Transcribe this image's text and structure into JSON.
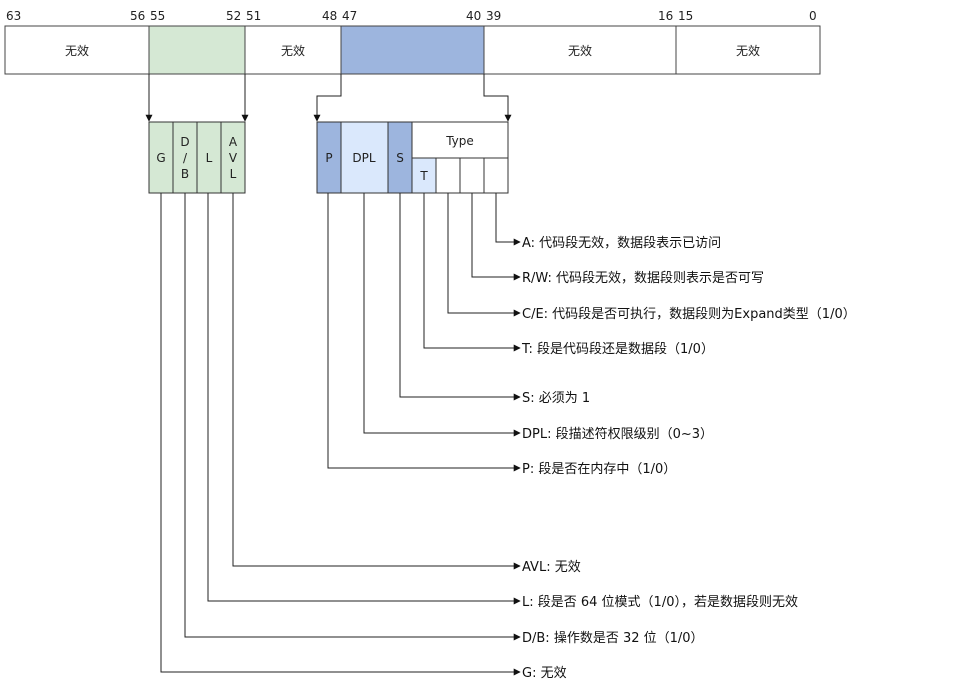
{
  "descriptor": {
    "bit_numbers": [
      "63",
      "56",
      "55",
      "52",
      "51",
      "48",
      "47",
      "40",
      "39",
      "16",
      "15",
      "0"
    ],
    "segments": [
      {
        "id": "seg-63-56",
        "text": "无效",
        "fill": "#ffffff"
      },
      {
        "id": "seg-55-52",
        "text": "",
        "fill": "#d5e8d4"
      },
      {
        "id": "seg-51-48",
        "text": "无效",
        "fill": "#ffffff"
      },
      {
        "id": "seg-47-40",
        "text": "",
        "fill": "#9db5de"
      },
      {
        "id": "seg-39-16",
        "text": "无效",
        "fill": "#ffffff"
      },
      {
        "id": "seg-15-0",
        "text": "无效",
        "fill": "#ffffff"
      }
    ]
  },
  "flags_block": {
    "fill": "#d5e8d4",
    "cells": [
      {
        "id": "G",
        "lines": [
          "G"
        ]
      },
      {
        "id": "DB",
        "lines": [
          "D",
          "/",
          "B"
        ]
      },
      {
        "id": "L",
        "lines": [
          "L"
        ]
      },
      {
        "id": "AVL",
        "lines": [
          "A",
          "V",
          "L"
        ]
      }
    ]
  },
  "access_block": {
    "colors": {
      "dark": "#9db5de",
      "light": "#dae8fc",
      "white": "#ffffff"
    },
    "cells": [
      {
        "id": "P",
        "text": "P"
      },
      {
        "id": "DPL",
        "text": "DPL"
      },
      {
        "id": "S",
        "text": "S"
      }
    ],
    "type_header": "Type",
    "type_cells": [
      "T",
      "",
      "",
      ""
    ]
  },
  "labels": [
    {
      "id": "A",
      "text": "A: 代码段无效，数据段表示已访问"
    },
    {
      "id": "RW",
      "text": "R/W: 代码段无效，数据段则表示是否可写"
    },
    {
      "id": "CE",
      "text": "C/E: 代码段是否可执行，数据段则为Expand类型（1/0）"
    },
    {
      "id": "T",
      "text": "T: 段是代码段还是数据段（1/0）"
    },
    {
      "id": "S",
      "text": "S: 必须为 1"
    },
    {
      "id": "DPL",
      "text": "DPL: 段描述符权限级别（0~3）"
    },
    {
      "id": "P",
      "text": "P: 段是否在内存中（1/0）"
    },
    {
      "id": "AVL",
      "text": "AVL: 无效"
    },
    {
      "id": "L",
      "text": "L: 段是否 64 位模式（1/0），若是数据段则无效"
    },
    {
      "id": "DB",
      "text": "D/B: 操作数是否 32 位（1/0）"
    },
    {
      "id": "G",
      "text": "G: 无效"
    }
  ]
}
